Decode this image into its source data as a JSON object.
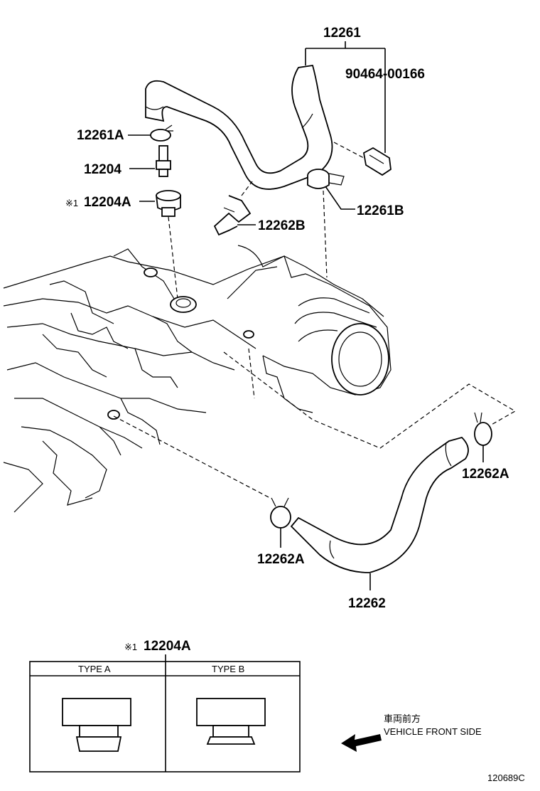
{
  "labels": {
    "hose_main": "12261",
    "clamp_right": "90464-00166",
    "gasket_top": "12261A",
    "pcv_valve": "12204",
    "grommet": "12204A",
    "grommet_note": "※1",
    "clip_mid": "12262B",
    "clip_right": "12261B",
    "gasket_right": "12262A",
    "gasket_left": "12262A",
    "hose_lower": "12262"
  },
  "inset": {
    "note": "※1",
    "part": "12204A",
    "type_a": "TYPE A",
    "type_b": "TYPE B"
  },
  "direction": {
    "jp": "車両前方",
    "en": "VEHICLE FRONT SIDE"
  },
  "figure_id": "120689C"
}
